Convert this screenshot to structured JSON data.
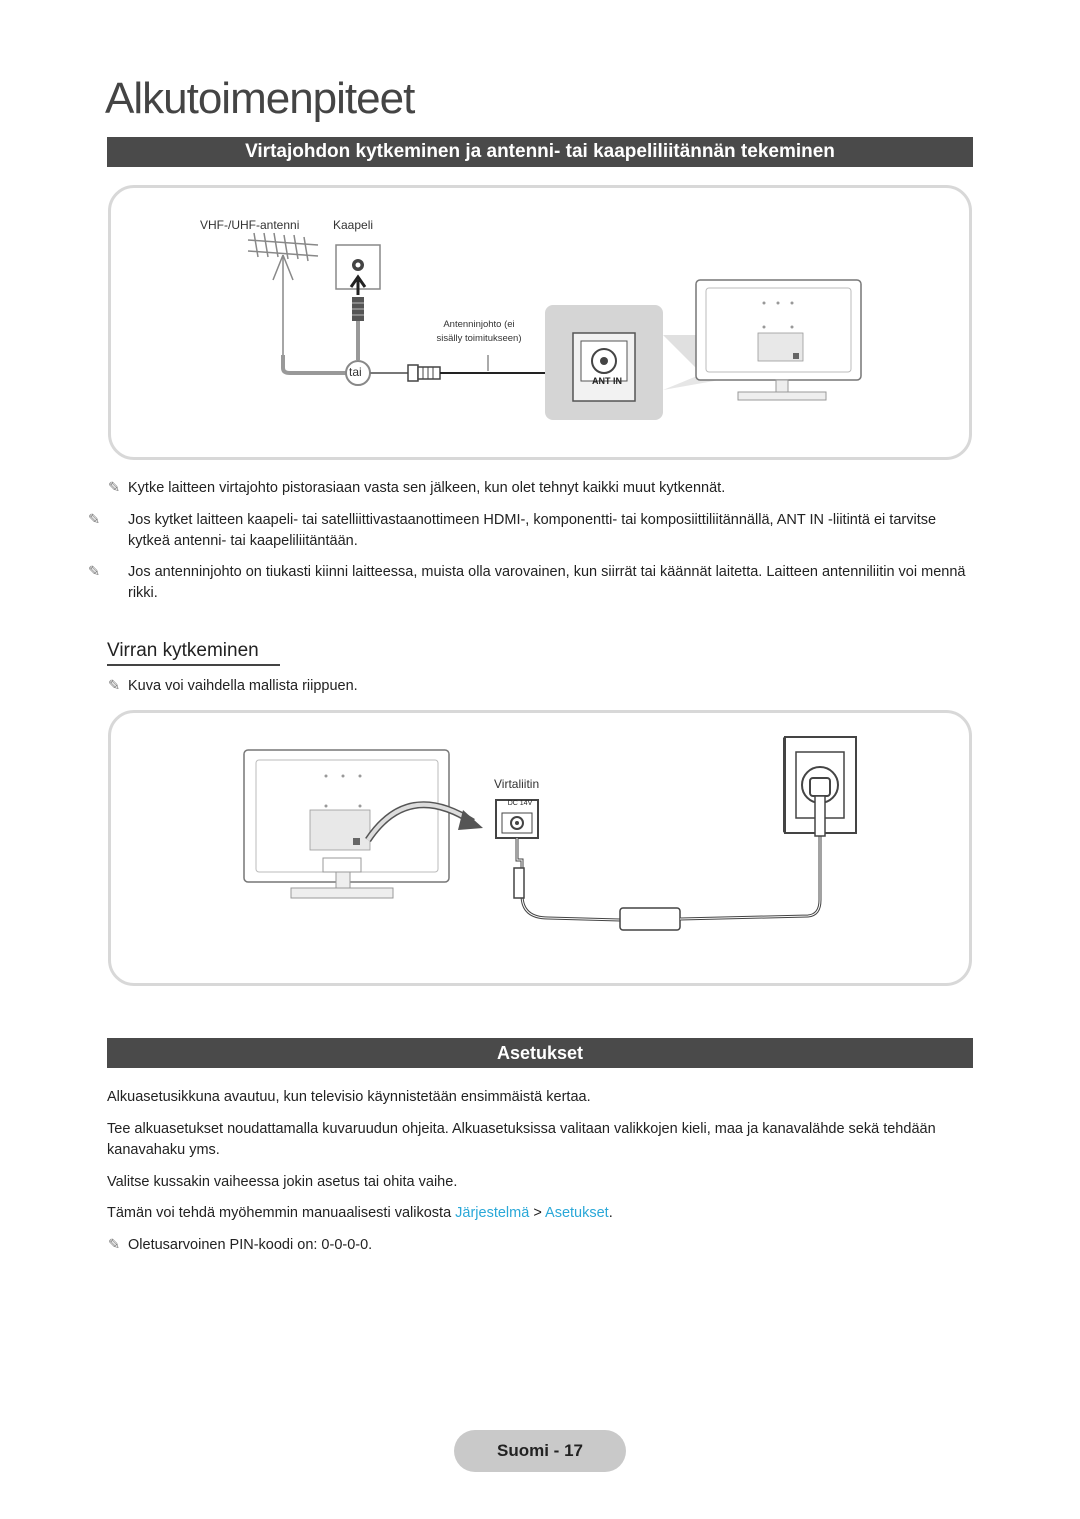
{
  "page_title": "Alkutoimenpiteet",
  "section1": {
    "heading": "Virtajohdon kytkeminen ja antenni- tai kaapeliliitännän tekeminen",
    "figure": {
      "label_antenna": "VHF-/UHF-antenni",
      "label_cable": "Kaapeli",
      "label_lead_1": "Antenninjohto (ei",
      "label_lead_2": "sisälly toimitukseen)",
      "label_or": "tai",
      "label_port": "ANT IN"
    },
    "notes": [
      "Kytke laitteen virtajohto pistorasiaan vasta sen jälkeen, kun olet tehnyt kaikki muut kytkennät.",
      "Jos kytket laitteen kaapeli- tai satelliittivastaanottimeen HDMI-, komponentti- tai komposiittiliitännällä, ANT IN -liitintä ei tarvitse kytkeä antenni- tai kaapeliliitäntään.",
      "Jos antenninjohto on tiukasti kiinni laitteessa, muista olla varovainen, kun siirrät tai käännät laitetta. Laitteen antenniliitin voi mennä rikki."
    ]
  },
  "section2": {
    "heading": "Virran kytkeminen",
    "note": "Kuva voi vaihdella mallista riippuen.",
    "figure": {
      "label_power": "Virtaliitin",
      "label_dc": "DC 14V"
    }
  },
  "section3": {
    "heading": "Asetukset",
    "paragraphs": [
      "Alkuasetusikkuna avautuu, kun televisio käynnistetään ensimmäistä kertaa.",
      "Tee alkuasetukset noudattamalla kuvaruudun ohjeita. Alkuasetuksissa valitaan valikkojen kieli, maa ja kanavalähde sekä tehdään kanavahaku yms.",
      "Valitse kussakin vaiheessa jokin asetus tai ohita vaihe."
    ],
    "menu_sentence": {
      "prefix": "Tämän voi tehdä myöhemmin manuaalisesti valikosta ",
      "menu_1": "Järjestelmä",
      "separator": " > ",
      "menu_2": "Asetukset",
      "suffix": "."
    },
    "note": "Oletusarvoinen PIN-koodi on: 0-0-0-0."
  },
  "footer": {
    "page_label": "Suomi - 17"
  },
  "icons": {
    "note_icon": "pencil-note-icon"
  },
  "colors": {
    "heading_bar": "#4a4a4a",
    "link": "#2aa8d8",
    "panel_border": "#d8d8d8"
  }
}
